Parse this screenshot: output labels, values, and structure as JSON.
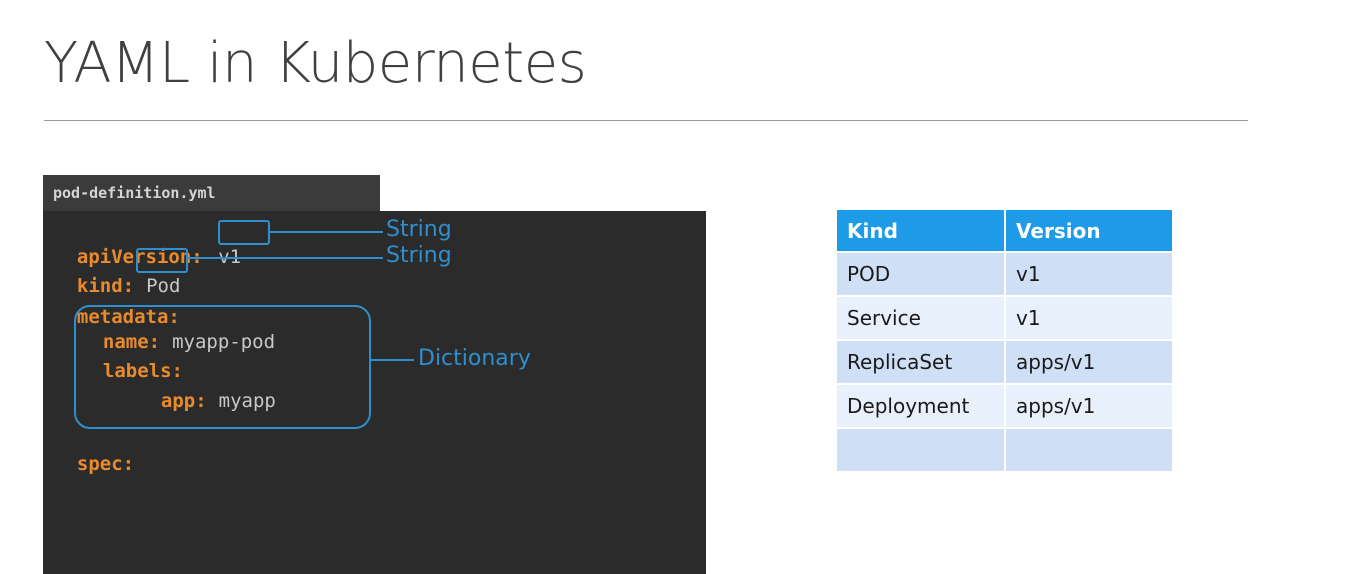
{
  "slide": {
    "title": "YAML in Kubernetes"
  },
  "editor": {
    "filename": "pod-definition.yml",
    "lines": {
      "api_key": "apiVersion:",
      "api_val": "v1",
      "kind_key": "kind:",
      "kind_val": "Pod",
      "metadata_key": "metadata:",
      "name_key": "name:",
      "name_val": "myapp-pod",
      "labels_key": "labels:",
      "app_key": "app:",
      "app_val": "myapp",
      "spec_key": "spec:"
    },
    "callouts": {
      "api_type": "String",
      "kind_type": "String",
      "metadata_type": "Dictionary"
    },
    "colors": {
      "key": "#e88a2e",
      "value": "#c8c8c8",
      "annotation": "#2f8fce",
      "panel": "#2b2b2b"
    }
  },
  "table": {
    "headers": [
      "Kind",
      "Version"
    ],
    "rows": [
      [
        "POD",
        "v1"
      ],
      [
        "Service",
        "v1"
      ],
      [
        "ReplicaSet",
        "apps/v1"
      ],
      [
        "Deployment",
        "apps/v1"
      ],
      [
        "",
        ""
      ]
    ],
    "colors": {
      "header": "#1e9be8",
      "row_odd": "#cfe0f6",
      "row_even": "#e8f0fb"
    }
  }
}
